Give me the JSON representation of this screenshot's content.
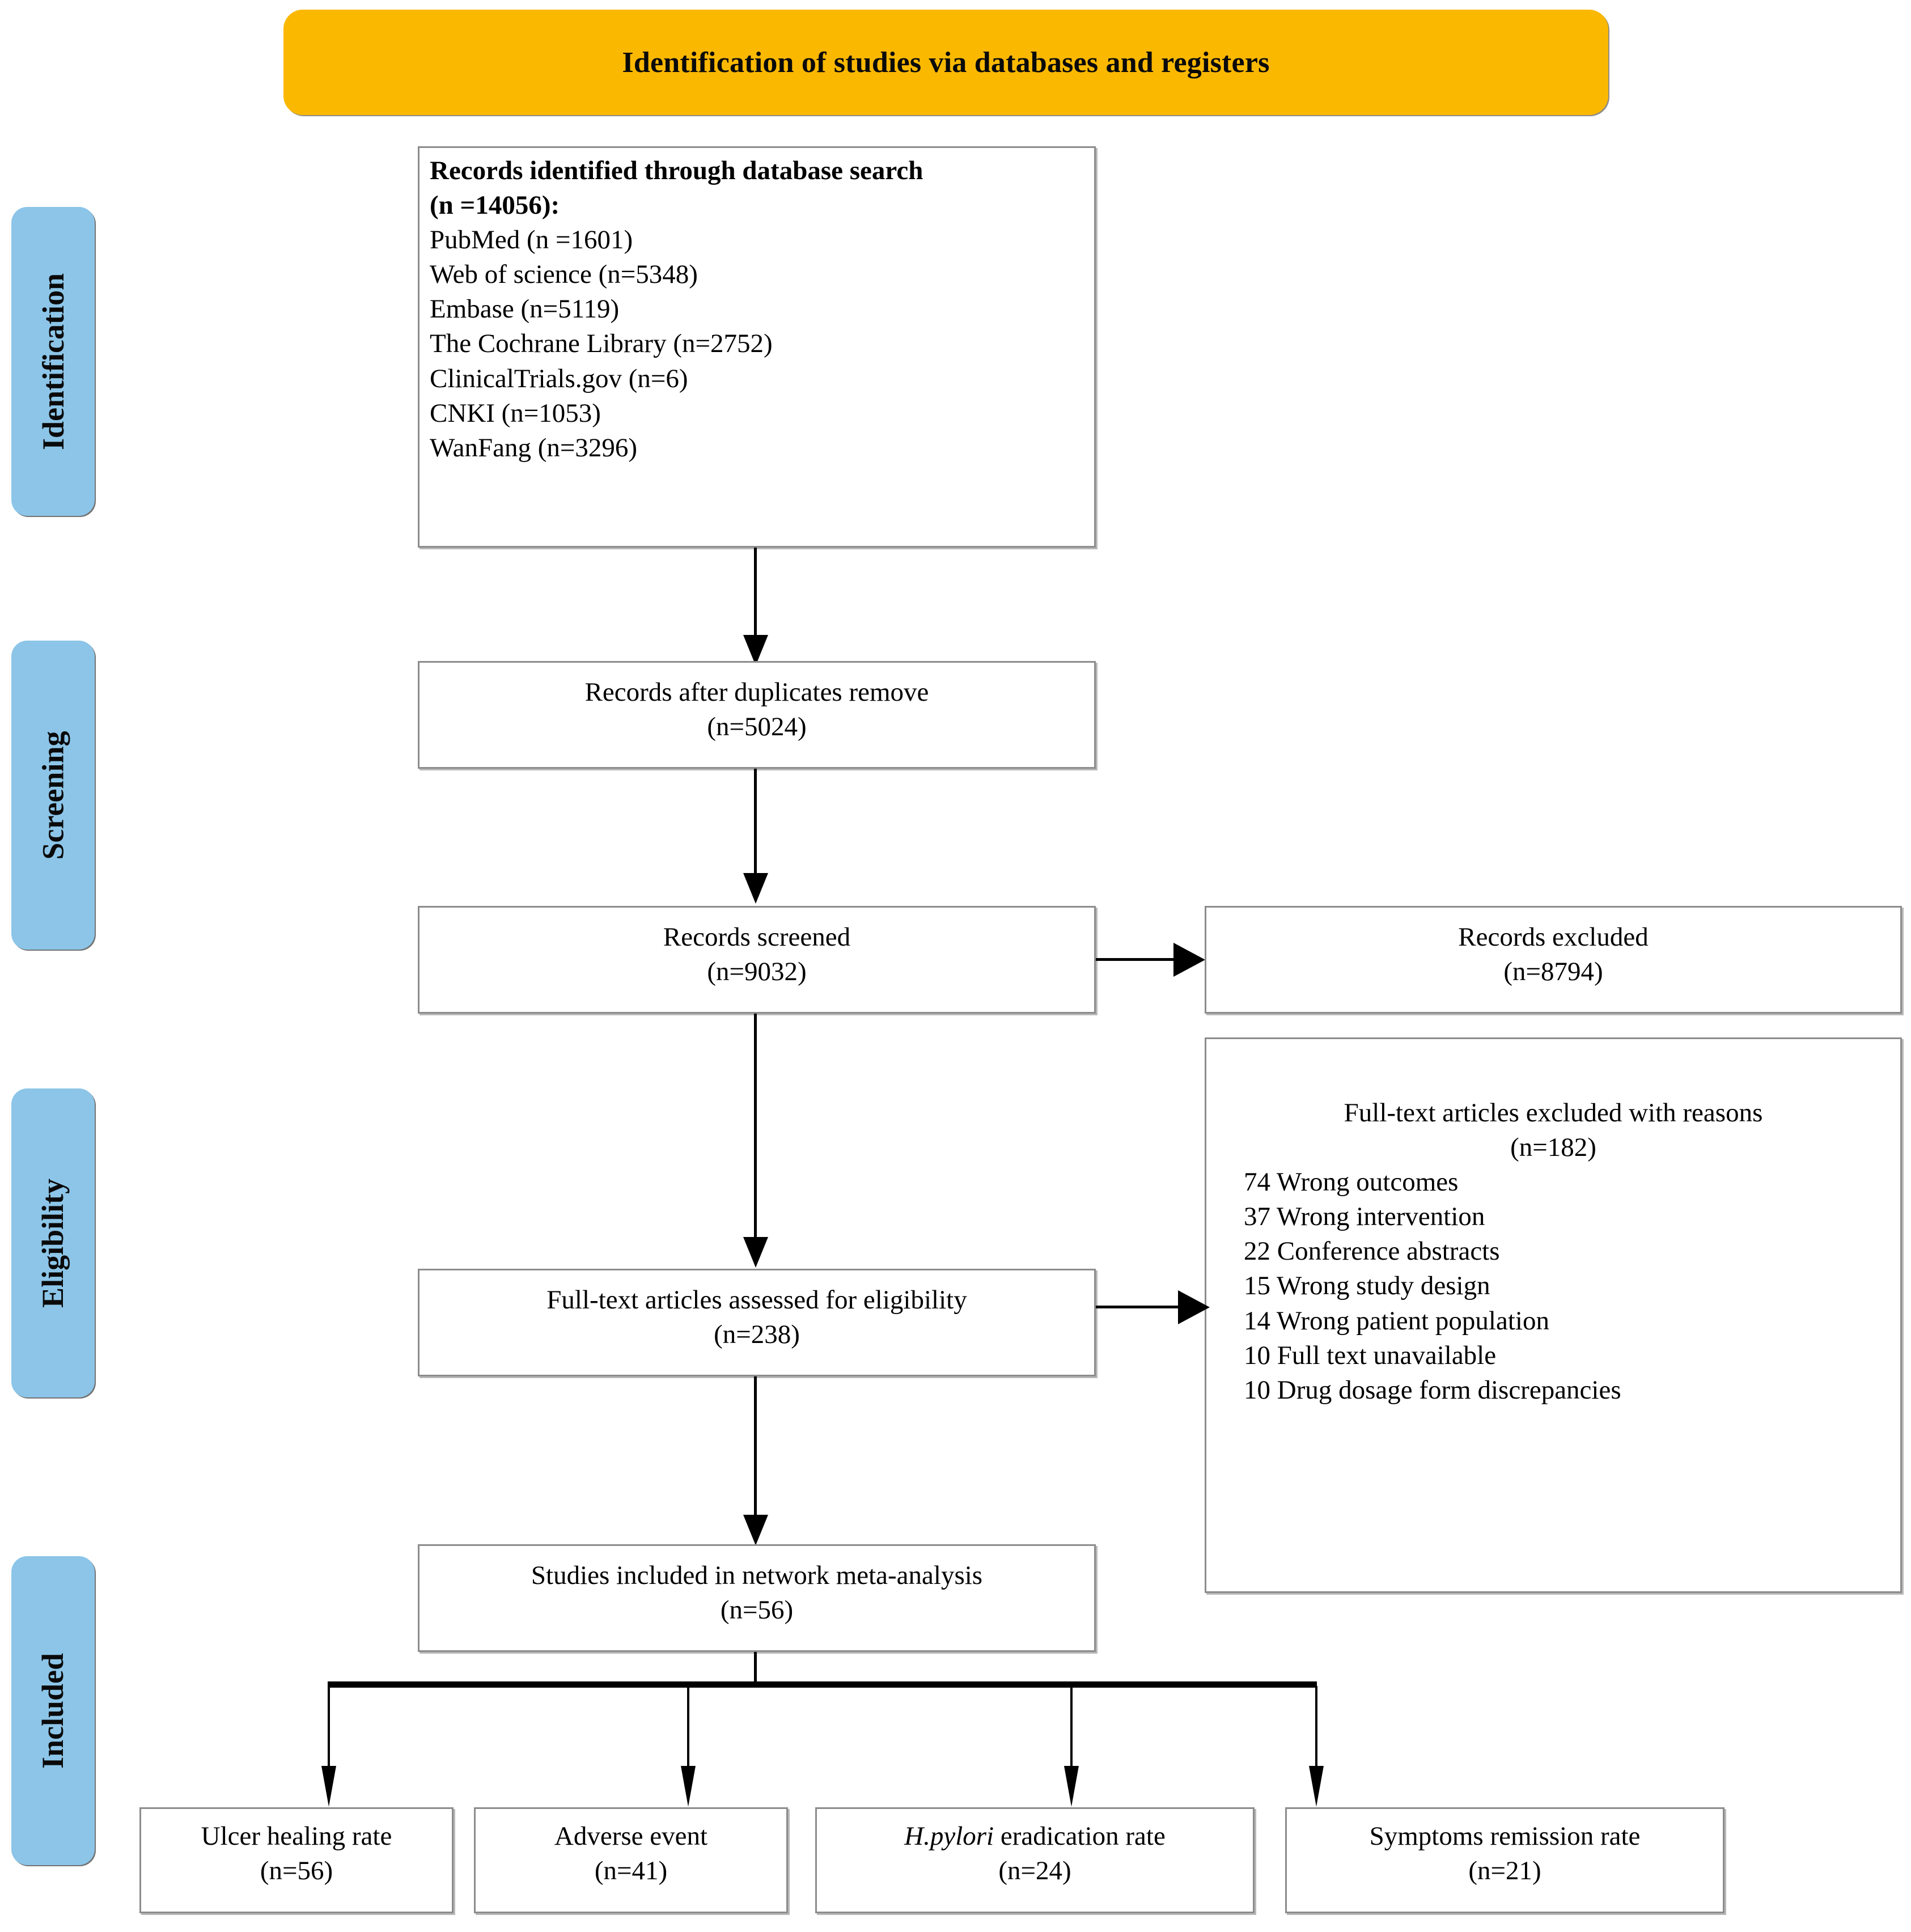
{
  "banner": {
    "title": "Identification of studies via databases and registers",
    "color": "#FBB800"
  },
  "stages": {
    "color": "#8CC5E8",
    "items": [
      {
        "label": "Identification"
      },
      {
        "label": "Screening"
      },
      {
        "label": "Eligibility"
      },
      {
        "label": "Included"
      }
    ]
  },
  "identification": {
    "heading_line1": "Records identified through database search",
    "heading_line2": "(n =14056):",
    "sources": [
      "PubMed (n =1601)",
      "Web of science (n=5348)",
      "Embase (n=5119)",
      "The Cochrane Library (n=2752)",
      "ClinicalTrials.gov (n=6)",
      "CNKI (n=1053)",
      "WanFang (n=3296)"
    ]
  },
  "duplicates": {
    "line1": "Records after duplicates remove",
    "line2": "(n=5024)"
  },
  "screened": {
    "line1": "Records screened",
    "line2": "(n=9032)"
  },
  "excluded": {
    "line1": "Records excluded",
    "line2": "(n=8794)"
  },
  "fulltext_excluded": {
    "line1": "Full-text articles excluded with reasons",
    "line2": "(n=182)",
    "reasons": [
      "74 Wrong outcomes",
      "37 Wrong intervention",
      "22 Conference abstracts",
      "15 Wrong study design",
      "14 Wrong patient population",
      "10 Full text unavailable",
      "10 Drug dosage form discrepancies"
    ]
  },
  "eligibility": {
    "line1": "Full-text articles assessed for eligibility",
    "line2": "(n=238)"
  },
  "included_studies": {
    "line1": "Studies included in network meta-analysis",
    "line2": "(n=56)"
  },
  "outcomes": [
    {
      "label": "Ulcer healing rate",
      "label_italic": "",
      "label_rest": "",
      "count": "(n=56)"
    },
    {
      "label": "Adverse event",
      "label_italic": "",
      "label_rest": "",
      "count": "(n=41)"
    },
    {
      "label": "",
      "label_italic": "H.pylori",
      "label_rest": " eradication rate",
      "count": "(n=24)"
    },
    {
      "label": "Symptoms remission rate",
      "label_italic": "",
      "label_rest": "",
      "count": "(n=21)"
    }
  ]
}
